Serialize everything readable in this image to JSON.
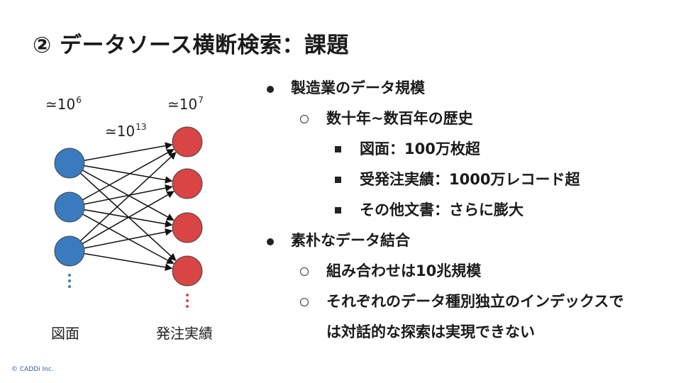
{
  "title": "② データソース横断検索：課題",
  "diagram": {
    "left_magnitude": {
      "base": "≃10",
      "exp": "6"
    },
    "right_magnitude": {
      "base": "≃10",
      "exp": "7"
    },
    "edge_magnitude": {
      "base": "≃10",
      "exp": "13"
    },
    "left_caption": "図面",
    "right_caption": "発注実績",
    "left_color": "#3a7bbf",
    "right_color": "#d94444"
  },
  "bullets": [
    {
      "level": 1,
      "text": "製造業のデータ規模"
    },
    {
      "level": 2,
      "text": "数十年~数百年の歴史"
    },
    {
      "level": 3,
      "text": "図面：100万枚超"
    },
    {
      "level": 3,
      "text": "受発注実績：1000万レコード超"
    },
    {
      "level": 3,
      "text": "その他文書：さらに膨大"
    },
    {
      "level": 1,
      "text": "素朴なデータ結合"
    },
    {
      "level": 2,
      "text": "組み合わせは10兆規模"
    },
    {
      "level": 2,
      "text": "それぞれのデータ種別独立のインデックスで"
    },
    {
      "level": 2,
      "text": "は対話的な探索は実現できない",
      "continuation": true
    }
  ],
  "footer": "© CADDi Inc."
}
